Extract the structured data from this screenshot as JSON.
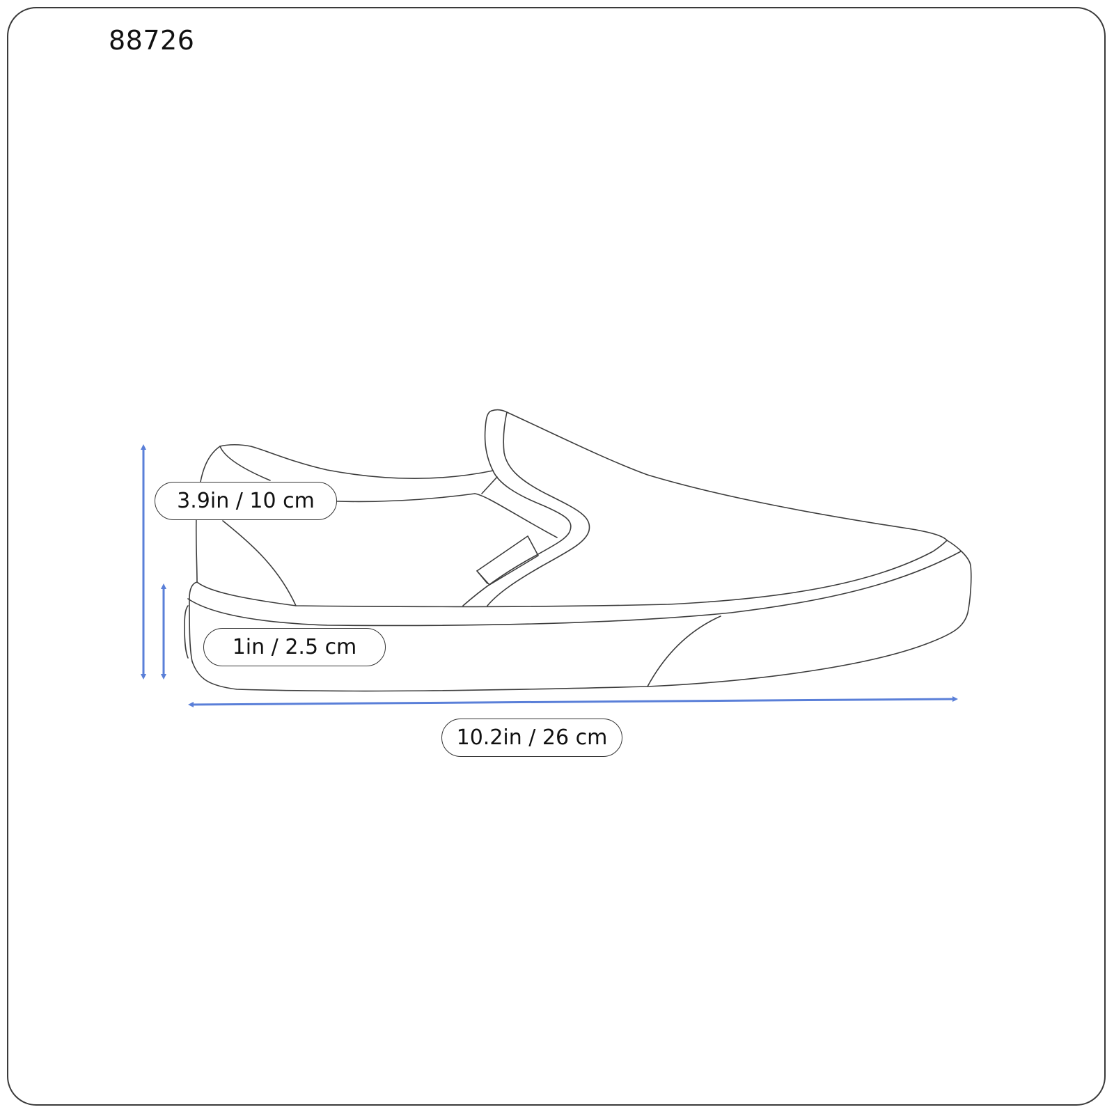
{
  "product": {
    "code": "88726",
    "type": "slip-on shoe",
    "view": "side profile line drawing"
  },
  "dimensions": {
    "height": {
      "label": "3.9in / 10 cm",
      "inches": 3.9,
      "cm": 10,
      "orientation": "vertical"
    },
    "sole_height": {
      "label": "1in / 2.5 cm",
      "inches": 1,
      "cm": 2.5,
      "orientation": "vertical"
    },
    "length": {
      "label": "10.2in / 26 cm",
      "inches": 10.2,
      "cm": 26,
      "orientation": "horizontal"
    }
  },
  "colors": {
    "arrow": "#5a7fd8",
    "outline": "#3c3c3c",
    "frame": "#3a3a3a",
    "text": "#111111",
    "background": "#ffffff"
  }
}
